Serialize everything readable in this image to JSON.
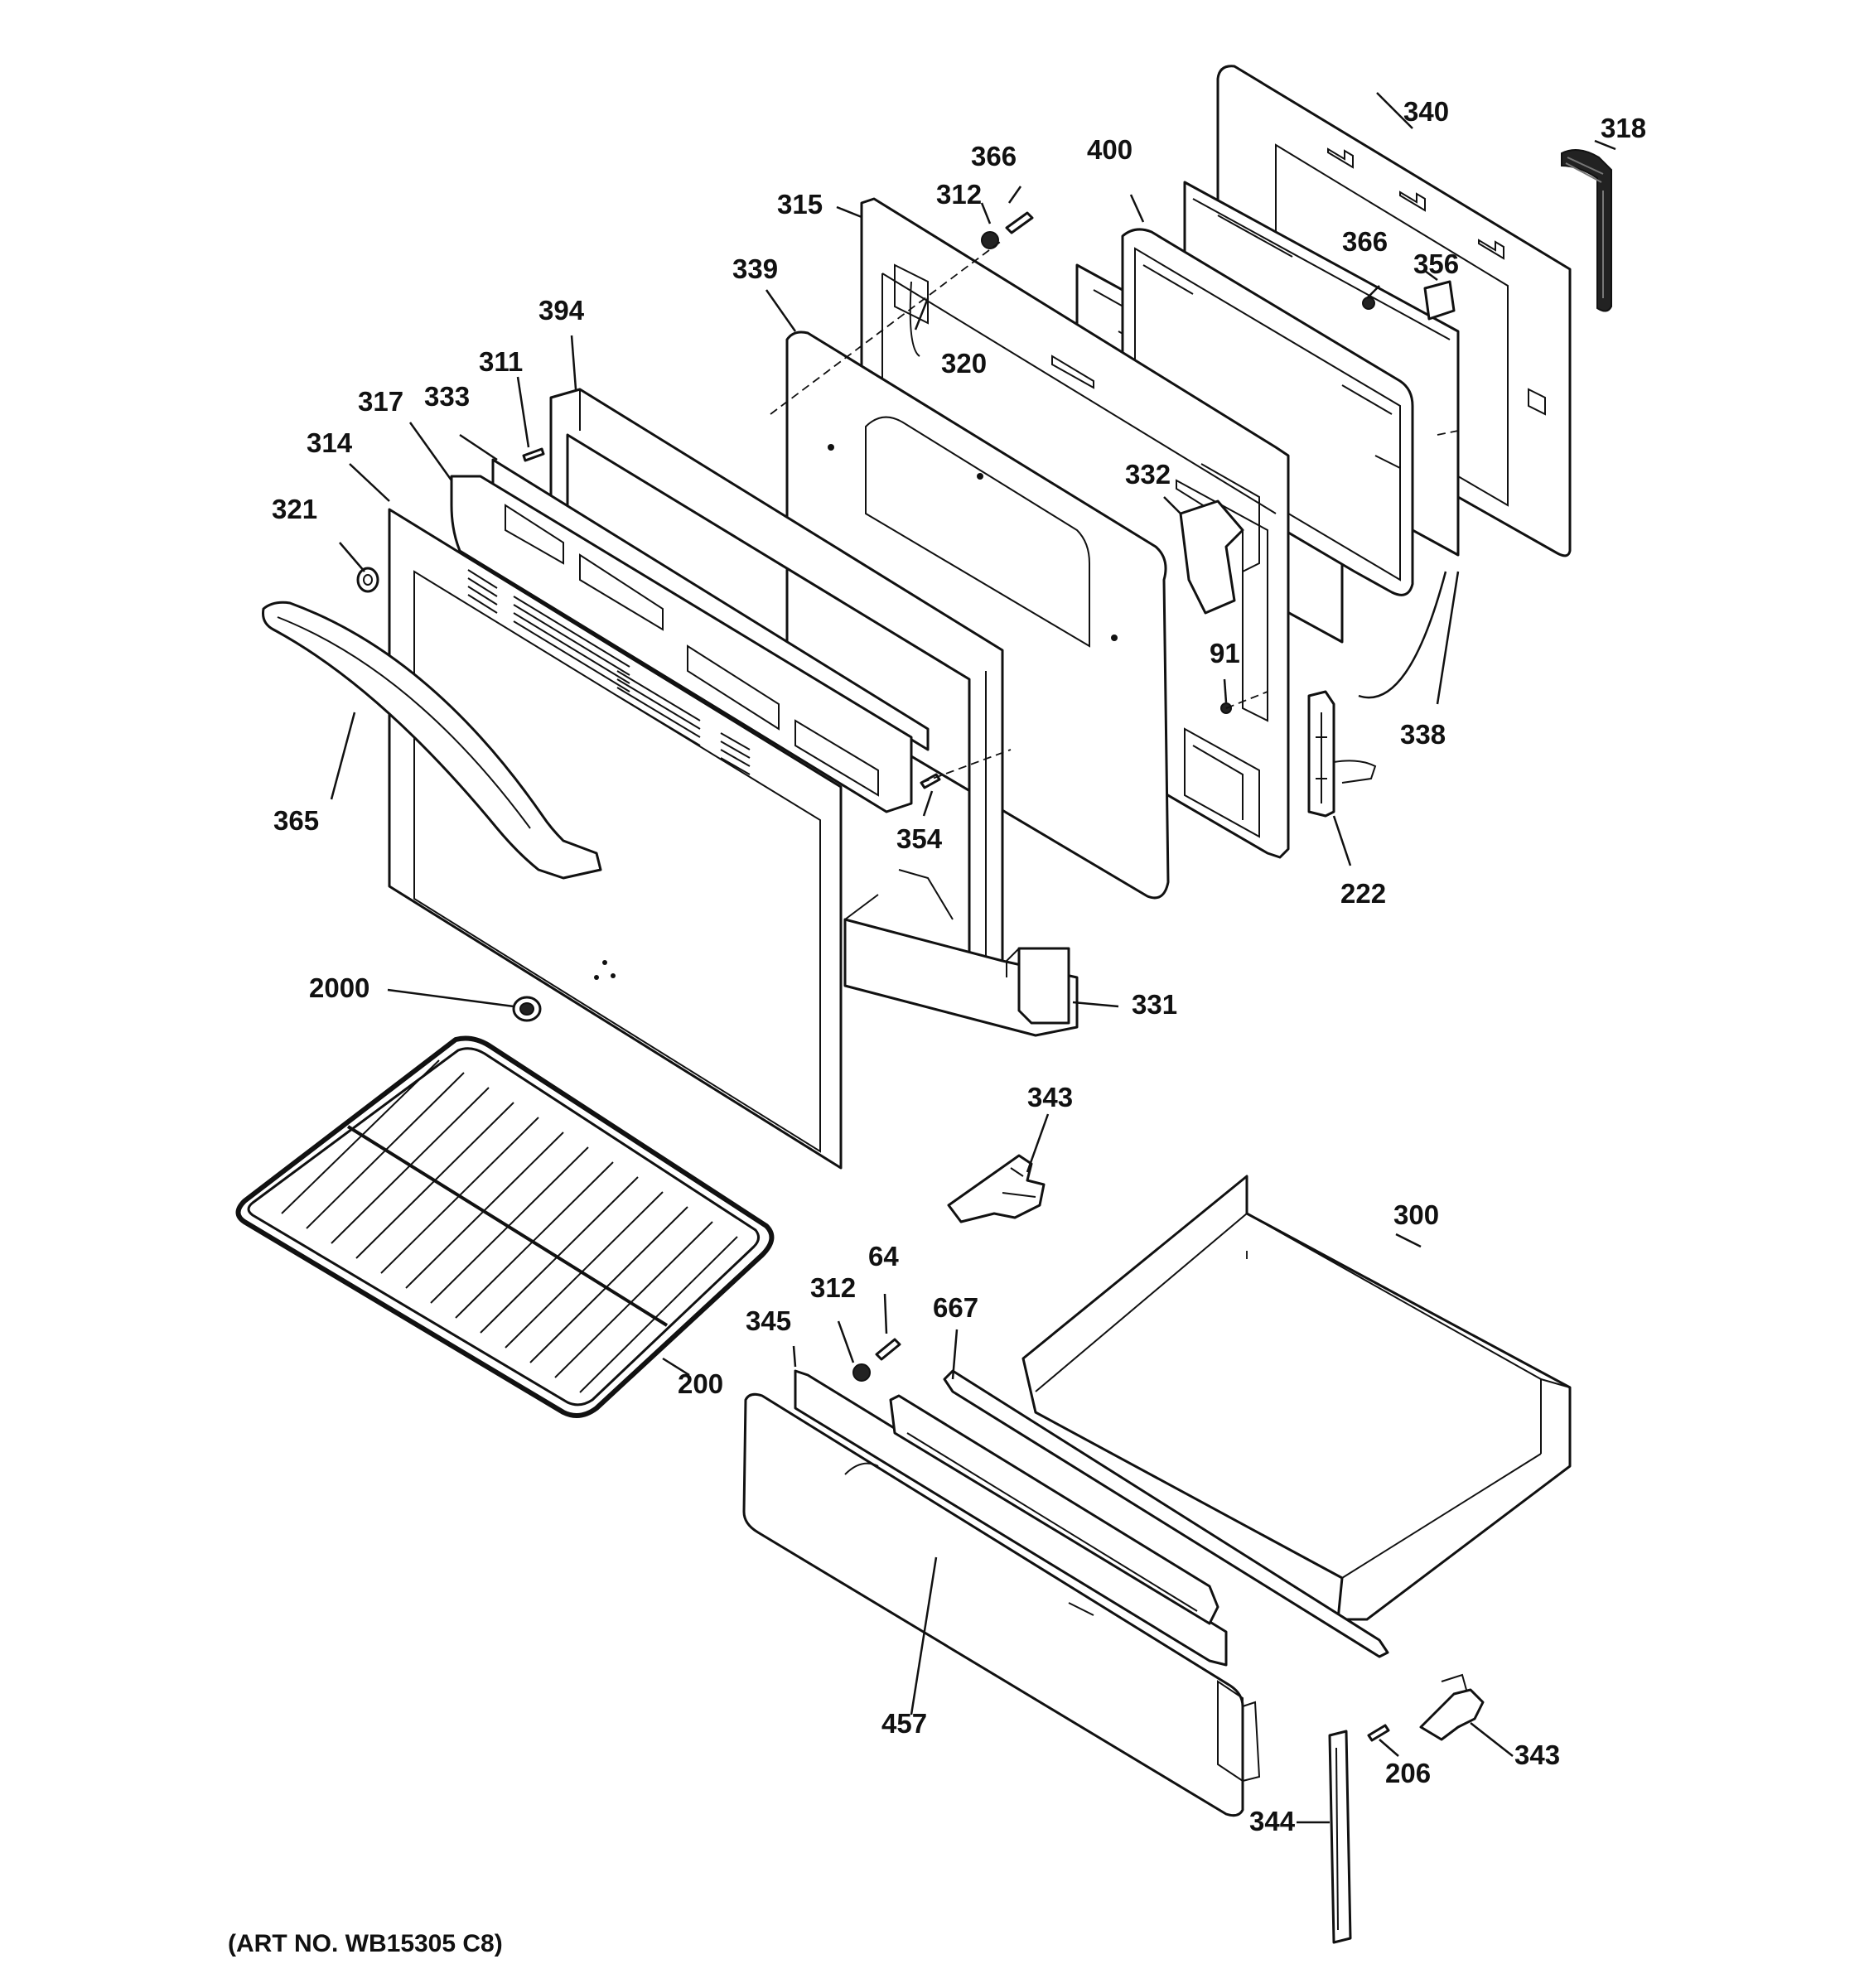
{
  "art_number": "(ART NO. WB15305 C8)",
  "callouts": {
    "c340": "340",
    "c318": "318",
    "c366a": "366",
    "c400": "400",
    "c315": "315",
    "c312a": "312",
    "c366b": "366",
    "c356": "356",
    "c339": "339",
    "c320": "320",
    "c394": "394",
    "c311": "311",
    "c317": "317",
    "c333": "333",
    "c314": "314",
    "c321": "321",
    "c332": "332",
    "c91": "91",
    "c338": "338",
    "c365": "365",
    "c354": "354",
    "c222": "222",
    "c2000": "2000",
    "c331": "331",
    "c343a": "343",
    "c300": "300",
    "c64": "64",
    "c312b": "312",
    "c345": "345",
    "c667": "667",
    "c200": "200",
    "c457": "457",
    "c206": "206",
    "c343b": "343",
    "c344": "344"
  }
}
